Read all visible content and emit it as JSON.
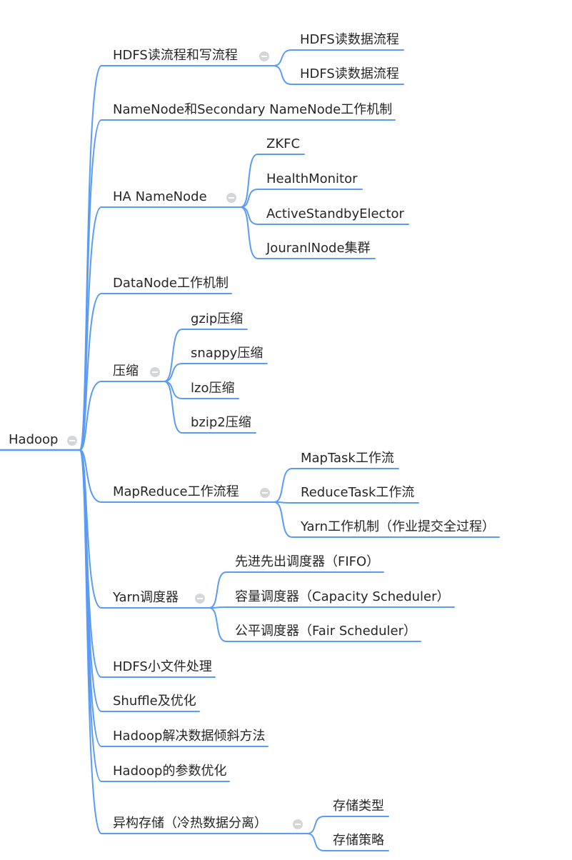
{
  "mindmap": {
    "root": {
      "label": "Hadoop"
    },
    "line_color": "#5b9bf5",
    "branches": [
      {
        "label": "HDFS读流程和写流程",
        "collapsible": true,
        "children": [
          "HDFS读数据流程",
          "HDFS读数据流程"
        ]
      },
      {
        "label": "NameNode和Secondary NameNode工作机制",
        "collapsible": false,
        "children": []
      },
      {
        "label": "HA NameNode",
        "collapsible": true,
        "children": [
          "ZKFC",
          "HealthMonitor",
          "ActiveStandbyElector",
          "JouranlNode集群"
        ]
      },
      {
        "label": "DataNode工作机制",
        "collapsible": false,
        "children": []
      },
      {
        "label": "压缩",
        "collapsible": true,
        "children": [
          "gzip压缩",
          "snappy压缩",
          "lzo压缩",
          "bzip2压缩"
        ]
      },
      {
        "label": "MapReduce工作流程",
        "collapsible": true,
        "children": [
          "MapTask工作流",
          "ReduceTask工作流",
          "Yarn工作机制（作业提交全过程）"
        ]
      },
      {
        "label": "Yarn调度器",
        "collapsible": true,
        "children": [
          "先进先出调度器（FIFO）",
          "容量调度器（Capacity Scheduler）",
          "公平调度器（Fair Scheduler）"
        ]
      },
      {
        "label": "HDFS小文件处理",
        "collapsible": false,
        "children": []
      },
      {
        "label": "Shuffle及优化",
        "collapsible": false,
        "children": []
      },
      {
        "label": "Hadoop解决数据倾斜方法",
        "collapsible": false,
        "children": []
      },
      {
        "label": "Hadoop的参数优化",
        "collapsible": false,
        "children": []
      },
      {
        "label": "异构存储（冷热数据分离）",
        "collapsible": true,
        "children": [
          "存储类型",
          "存储策略"
        ]
      }
    ]
  }
}
